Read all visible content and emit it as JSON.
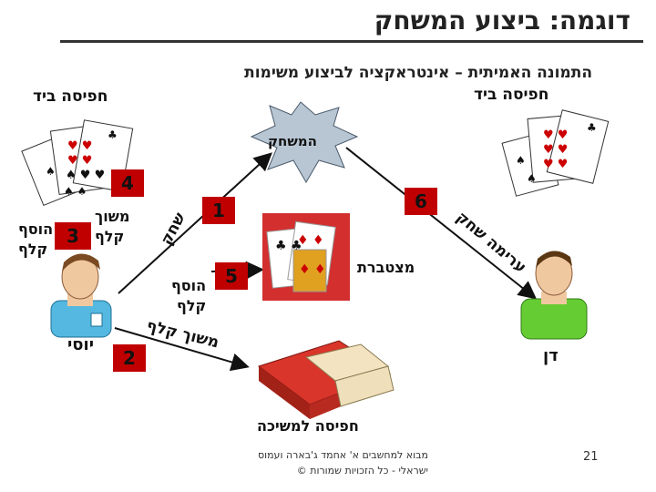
{
  "title": "דוגמה: ביצוע המשחק",
  "subtitle_line1": "התמונה האמיתית – אינטראקציה לביצוע משימות",
  "subtitle_line2": "חפיסה ביד",
  "left_hand_label": "חפיסה ביד",
  "game_label": "המשחק",
  "pile_label": "מצטברת",
  "draw_deck_label": "חפיסה למשיכה",
  "players": {
    "left": "יוסי",
    "right": "דן"
  },
  "steps": [
    {
      "num": "1",
      "text": "שחק"
    },
    {
      "num": "2",
      "text": "משוך קלף"
    },
    {
      "num": "3",
      "text": "הוסף קלף"
    },
    {
      "num": "4",
      "text": "משוך קלף"
    },
    {
      "num": "5",
      "text": "הוסף קלף"
    },
    {
      "num": "6",
      "text": "ערימה שחק"
    }
  ],
  "step3_text_line1": "הוסף",
  "step3_text_line2": "קלף",
  "step4_text_line1": "משוך",
  "step4_text_line2": "קלף",
  "step5_text_line1": "הוסף",
  "step5_text_line2": "קלף",
  "footer_line1": "מבוא למחשבים א' אחמד ג'בארה ועמוס",
  "footer_line2": "ישראלי - כל הזכויות שמורות ©",
  "slide_number": "21",
  "colors": {
    "badge": "#c00000",
    "game_burst": "#b8c6d4",
    "deck_red": "#c62828",
    "left_shirt": "#55b8e0",
    "right_shirt": "#66cc33"
  }
}
